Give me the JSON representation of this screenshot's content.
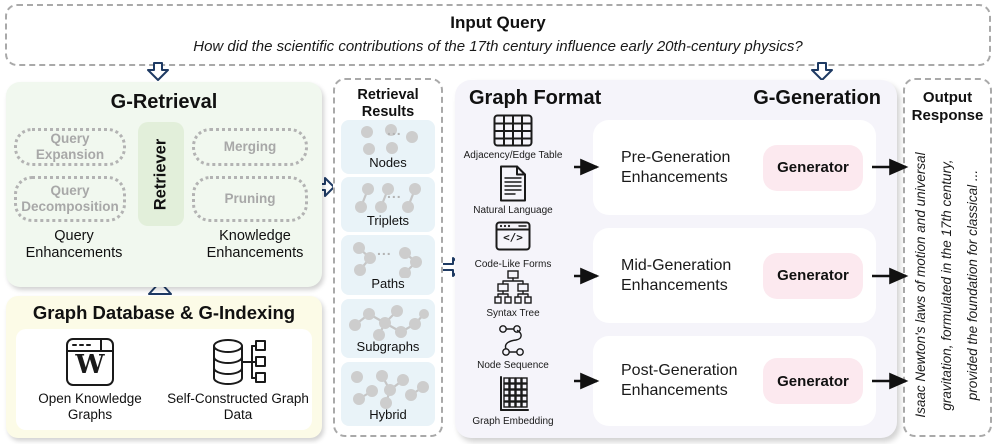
{
  "colors": {
    "arrow_navy": "#1e3a63",
    "retrieval_panel_green": "#f1f8ef",
    "retriever_green": "#e2efda",
    "database_panel_yellow": "#fcfbe7",
    "tile_blue": "#e9f3f8",
    "main_panel_lavender": "#f5f4fa",
    "generator_pink": "#fce9ef",
    "dashed_border_gray": "#a9a9a9",
    "dotted_text_gray": "#a8a8a8"
  },
  "input_query": {
    "title": "Input Query",
    "query": "How did the scientific contributions of the 17th century influence early 20th-century physics?"
  },
  "g_retrieval": {
    "title": "G-Retrieval",
    "retriever": "Retriever",
    "query_enhancements_items": [
      "Query Expansion",
      "Query Decomposition"
    ],
    "knowledge_enhancements_items": [
      "Merging",
      "Pruning"
    ],
    "left_label": "Query Enhancements",
    "right_label": "Knowledge Enhancements"
  },
  "graph_database": {
    "title": "Graph Database & G-Indexing",
    "wiki_letter": "W",
    "items": [
      {
        "label": "Open Knowledge Graphs"
      },
      {
        "label": "Self-Constructed Graph Data"
      }
    ]
  },
  "retrieval_results": {
    "title": "Retrieval Results",
    "tiles": [
      {
        "label": "Nodes",
        "ellipsis": "..."
      },
      {
        "label": "Triplets",
        "ellipsis": "..."
      },
      {
        "label": "Paths",
        "ellipsis": "..."
      },
      {
        "label": "Subgraphs"
      },
      {
        "label": "Hybrid"
      }
    ]
  },
  "graph_format": {
    "title": "Graph Format",
    "code_glyph": "</>",
    "formats": [
      "Adjacency/Edge Table",
      "Natural Language",
      "Code-Like Forms",
      "Syntax Tree",
      "Node Sequence",
      "Graph Embedding"
    ]
  },
  "g_generation": {
    "title": "G-Generation",
    "stages": [
      {
        "label": "Pre-Generation Enhancements",
        "generator": "Generator"
      },
      {
        "label": "Mid-Generation Enhancements",
        "generator": "Generator"
      },
      {
        "label": "Post-Generation Enhancements",
        "generator": "Generator"
      }
    ]
  },
  "output_response": {
    "title": "Output Response",
    "lines": [
      "Isaac Newton's laws of motion and universal",
      "gravitation, formulated in the 17th century,",
      "provided the foundation for classical ..."
    ]
  }
}
